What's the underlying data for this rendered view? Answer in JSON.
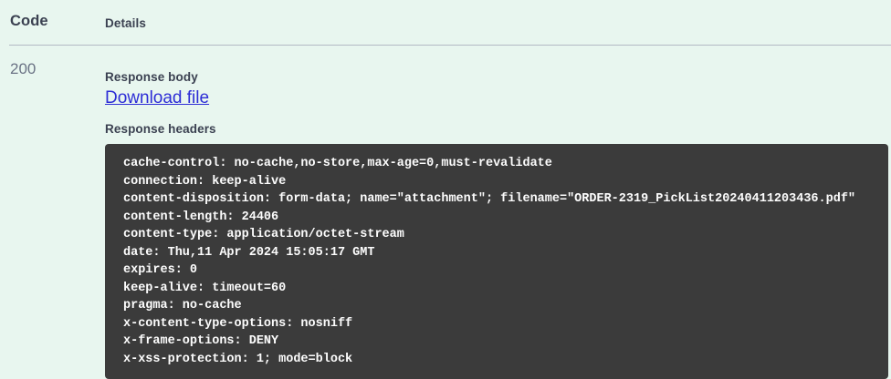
{
  "table": {
    "headers": {
      "code": "Code",
      "details": "Details"
    },
    "row": {
      "status_code": "200",
      "response_body_label": "Response body",
      "download_link": "Download file",
      "response_headers_label": "Response headers",
      "response_headers": [
        "cache-control: no-cache,no-store,max-age=0,must-revalidate",
        "connection: keep-alive",
        "content-disposition: form-data; name=\"attachment\"; filename=\"ORDER-2319_PickList20240411203436.pdf\"",
        "content-length: 24406",
        "content-type: application/octet-stream",
        "date: Thu,11 Apr 2024 15:05:17 GMT",
        "expires: 0",
        "keep-alive: timeout=60",
        "pragma: no-cache",
        "x-content-type-options: nosniff",
        "x-frame-options: DENY",
        "x-xss-protection: 1; mode=block"
      ]
    }
  },
  "colors": {
    "page_background": "#e8f6ef",
    "code_block_background": "#3b3b3b",
    "link": "#2d2dd6",
    "text": "#3b4151",
    "status_code": "#6b7385",
    "divider": "#b3b9c4"
  }
}
